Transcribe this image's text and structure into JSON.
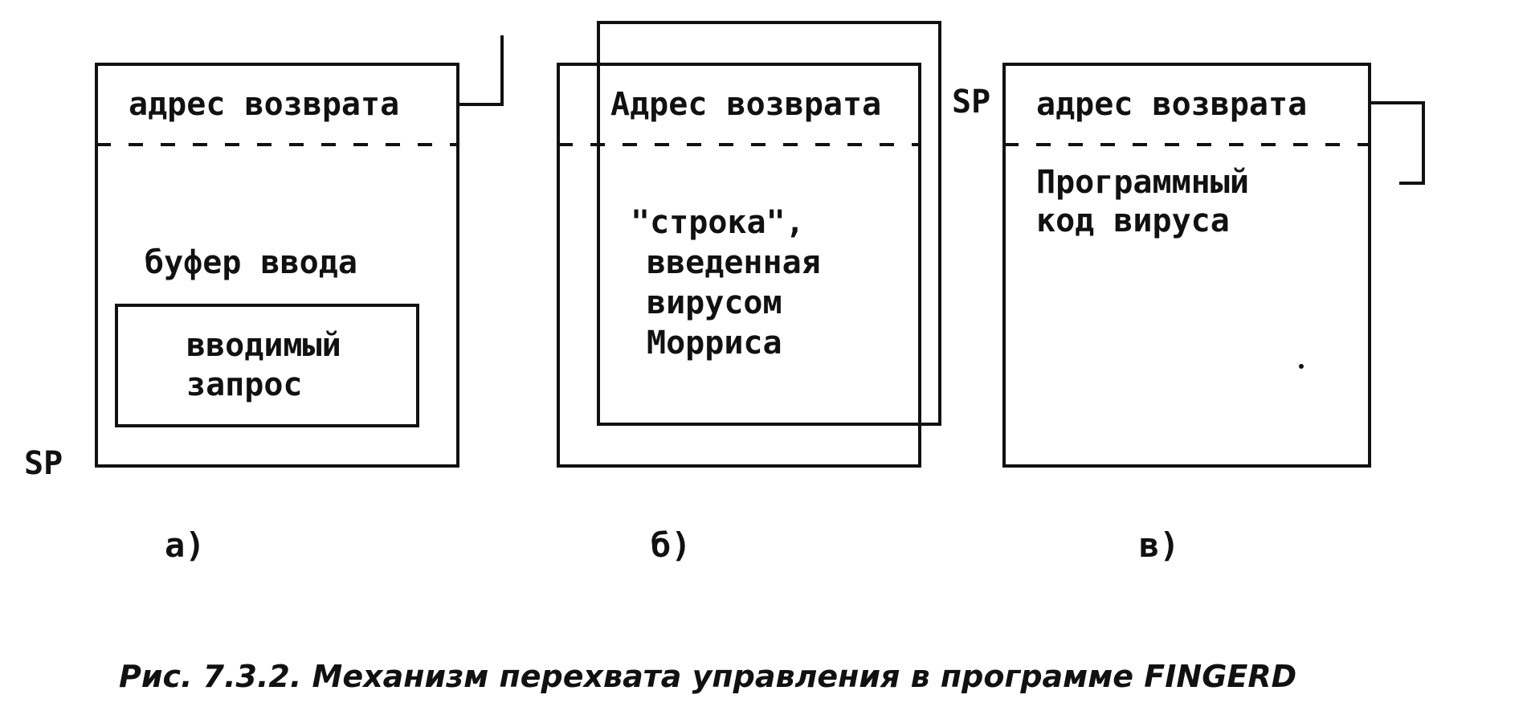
{
  "panel_a": {
    "return_address": "адрес возврата",
    "buffer_label": "буфер ввода",
    "input_request_line1": "вводимый",
    "input_request_line2": "запрос",
    "sp_label": "SP",
    "sub_label": "а)"
  },
  "panel_b": {
    "return_address": "Адрес возврата",
    "string_line1": "\"строка\",",
    "string_line2": "введенная",
    "string_line3": "вирусом",
    "string_line4": "Морриса",
    "sub_label": "б)"
  },
  "panel_c": {
    "sp_label": "SP",
    "return_address": "адрес возврата",
    "virus_code_line1": "Программный",
    "virus_code_line2": "код вируса",
    "sub_label": "в)"
  },
  "caption": "Рис. 7.3.2. Механизм перехвата управления в программе FINGERD"
}
